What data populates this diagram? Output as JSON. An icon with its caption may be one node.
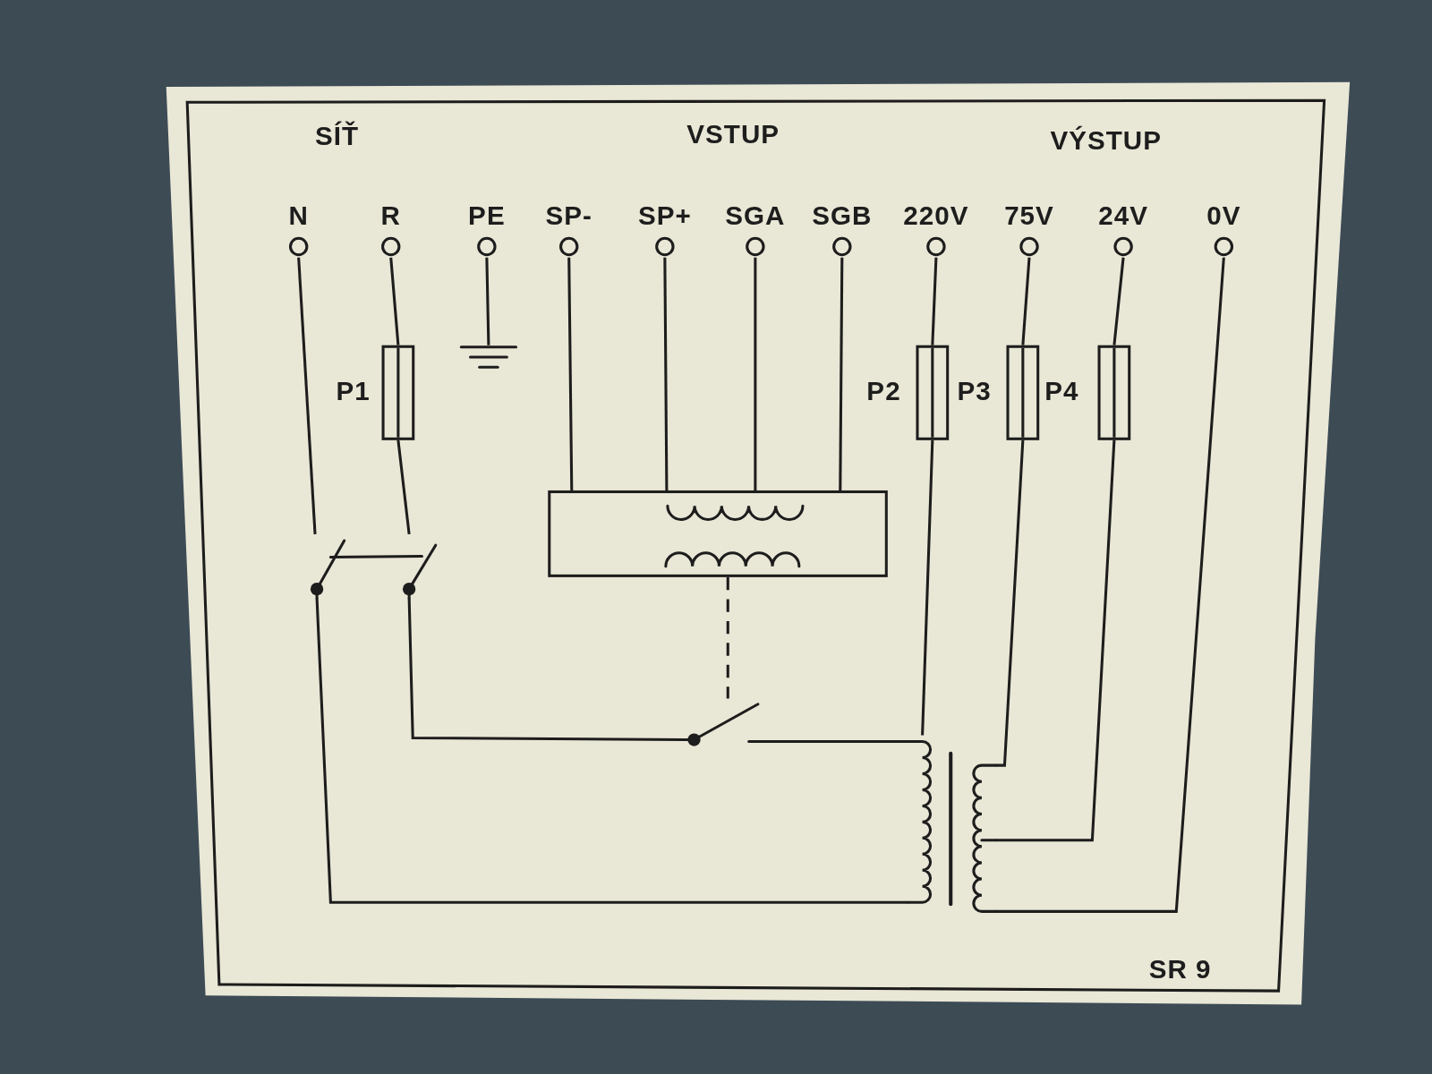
{
  "diagram": {
    "nodes": [
      {
        "text": [
          "N"
        ]
      },
      {
        "text": [
          "R"
        ]
      },
      {
        "text": [
          "PE"
        ]
      },
      {
        "text": [
          "SP-"
        ]
      },
      {
        "text": [
          "SP+"
        ]
      },
      {
        "text": [
          "SGA"
        ]
      },
      {
        "text": [
          "SGB"
        ]
      },
      {
        "text": [
          "220V"
        ]
      },
      {
        "text": [
          "75V"
        ]
      },
      {
        "text": [
          "24V"
        ]
      },
      {
        "text": [
          "0V"
        ]
      },
      {
        "text": [
          "P1"
        ]
      },
      {
        "text": [
          "P2"
        ]
      },
      {
        "text": [
          "P3"
        ]
      },
      {
        "text": [
          "P4"
        ]
      },
      {
        "text": [],
        "shape": "switch"
      },
      {
        "text": [],
        "shape": "ground"
      },
      {
        "text": [],
        "shape": "box"
      },
      {
        "text": [],
        "shape": "switch"
      },
      {
        "text": [],
        "shape": "transformer"
      }
    ],
    "edges": [
      {
        "from": 0,
        "to": 15,
        "arrow": "none"
      },
      {
        "from": 1,
        "to": 11,
        "arrow": "none"
      },
      {
        "from": 11,
        "to": 15,
        "arrow": "none"
      },
      {
        "from": 2,
        "to": 16,
        "arrow": "none"
      },
      {
        "from": 3,
        "to": 17,
        "arrow": "none"
      },
      {
        "from": 4,
        "to": 17,
        "arrow": "none"
      },
      {
        "from": 5,
        "to": 17,
        "arrow": "none"
      },
      {
        "from": 6,
        "to": 17,
        "arrow": "none"
      },
      {
        "from": 17,
        "to": 18,
        "arrow": "none",
        "style": "dashed"
      },
      {
        "from": 15,
        "to": 18,
        "arrow": "none"
      },
      {
        "from": 18,
        "to": 19,
        "arrow": "none"
      },
      {
        "from": 12,
        "to": 19,
        "arrow": "none"
      },
      {
        "from": 7,
        "to": 12,
        "arrow": "none"
      },
      {
        "from": 8,
        "to": 13,
        "arrow": "none"
      },
      {
        "from": 13,
        "to": 19,
        "arrow": "none"
      },
      {
        "from": 9,
        "to": 14,
        "arrow": "none"
      },
      {
        "from": 14,
        "to": 19,
        "arrow": "none"
      },
      {
        "from": 10,
        "to": 19,
        "arrow": "none"
      },
      {
        "from": 15,
        "to": 19,
        "arrow": "none"
      }
    ],
    "labels": [
      "SÍŤ",
      "VSTUP",
      "VÝSTUP",
      "SR 9"
    ]
  }
}
